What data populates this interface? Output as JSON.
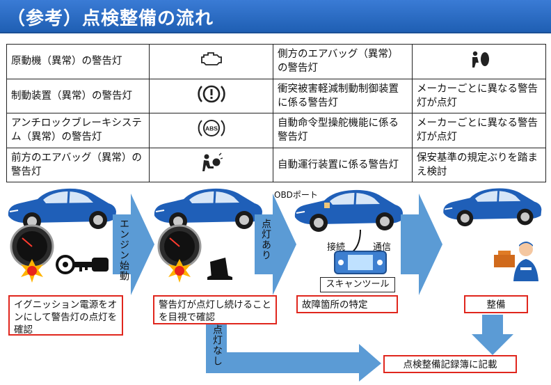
{
  "title": "（参考）点検整備の流れ",
  "table": {
    "rows": [
      {
        "left_label": "原動機（異常）の警告灯",
        "left_icon": "engine-warning-icon",
        "right_label": "側方のエアバッグ（異常）の警告灯",
        "right_icon": "side-airbag-icon",
        "right_note": ""
      },
      {
        "left_label": "制動装置（異常）の警告灯",
        "left_icon": "brake-warning-icon",
        "right_label": "衝突被害軽減制動制御装置に係る警告灯",
        "right_icon": "",
        "right_note": "メーカーごとに異なる警告灯が点灯"
      },
      {
        "left_label": "アンチロックブレーキシステム（異常）の警告灯",
        "left_icon": "abs-warning-icon",
        "right_label": "自動命令型操舵機能に係る警告灯",
        "right_icon": "",
        "right_note": "メーカーごとに異なる警告灯が点灯"
      },
      {
        "left_label": "前方のエアバッグ（異常）の警告灯",
        "left_icon": "front-airbag-icon",
        "right_label": "自動運行装置に係る警告灯",
        "right_icon": "",
        "right_note": "保安基準の規定ぶりを踏まえ検討"
      }
    ],
    "abs_text": "ABS"
  },
  "flow": {
    "step1": "イグニッション電源をオンにして警告灯の点灯を確認",
    "arrow1": "エンジン始動",
    "step2": "警告灯が点灯し続けることを目視で確認",
    "arrow_on": "点灯あり",
    "arrow_off": "点灯なし",
    "obd_port": "OBDポート",
    "connect": "接続",
    "communicate": "通信",
    "scan_tool": "スキャンツール",
    "step3": "故障箇所の特定",
    "step4": "整備",
    "final": "点検整備記録簿に記載"
  },
  "colors": {
    "title_bg": "#2a6cc4",
    "car": "#1f5fb8",
    "arrow": "#5b9bd5",
    "box_border": "#e0261d"
  }
}
